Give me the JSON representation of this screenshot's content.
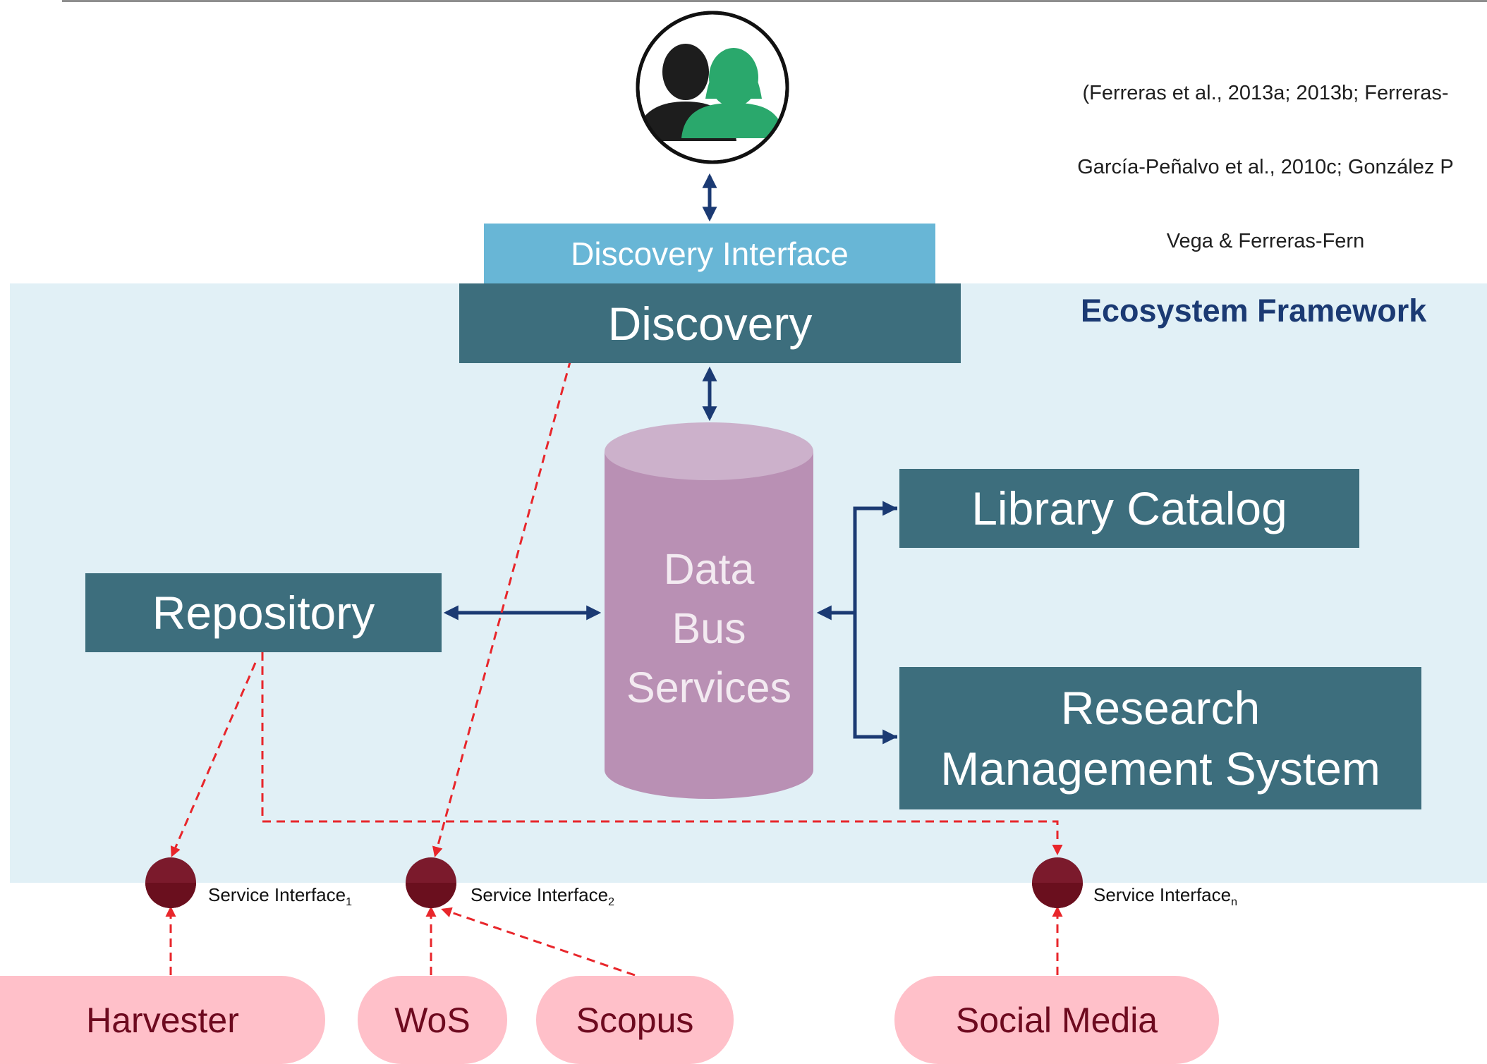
{
  "citation": {
    "lines": [
      "(Ferreras et al., 2013a; 2013b; Ferreras-",
      "García-Peñalvo et al., 2010c; González P",
      "Vega & Ferreras-Fern"
    ]
  },
  "framework": {
    "label": "Ecosystem Framework"
  },
  "discovery_interface": {
    "label": "Discovery Interface"
  },
  "discovery": {
    "label": "Discovery"
  },
  "data_bus": {
    "lines": [
      "Data",
      "Bus",
      "Services"
    ]
  },
  "library_catalog": {
    "label": "Library Catalog"
  },
  "research": {
    "lines": [
      "Research",
      "Management System"
    ]
  },
  "repository": {
    "label": "Repository"
  },
  "service_interfaces": [
    {
      "label": "Service Interface",
      "subscript": "1"
    },
    {
      "label": "Service Interface",
      "subscript": "2"
    },
    {
      "label": "Service Interface",
      "subscript": "n"
    }
  ],
  "sources": {
    "harvester": "Harvester",
    "wos": "WoS",
    "scopus": "Scopus",
    "social_media": "Social Media"
  },
  "colors": {
    "module": "#3d6e7d",
    "interface": "#68b6d6",
    "framework_bg": "#e1f0f6",
    "bus": "#b990b4",
    "arrow_solid": "#1b3a73",
    "arrow_dashed": "#e8262b",
    "service_node": "#7b1a2c",
    "source_fill": "#ffc0c9"
  },
  "icons": {
    "users": "users-icon"
  }
}
